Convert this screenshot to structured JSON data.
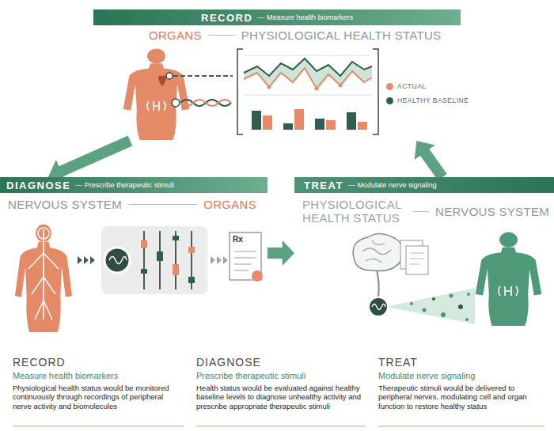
{
  "diagram": {
    "nodes": [
      {
        "text": [
          "RECORD",
          "— Measure health biomarkers",
          "ORGANS",
          "PHYSIOLOGICAL HEALTH STATUS"
        ]
      },
      {
        "text": [
          "DIAGNOSE",
          "— Prescribe therapeutic stimuli",
          "NERVOUS SYSTEM",
          "ORGANS"
        ]
      },
      {
        "text": [
          "TREAT",
          "— Modulate nerve signaling",
          "PHYSIOLOGICAL HEALTH STATUS",
          "NERVOUS SYSTEM"
        ]
      }
    ],
    "edges": [
      {
        "from": 0,
        "to": 1,
        "arrow": "to"
      },
      {
        "from": 1,
        "to": 2,
        "arrow": "to"
      },
      {
        "from": 2,
        "to": 0,
        "arrow": "to"
      }
    ],
    "labels": [
      "Rx",
      "RECORD",
      "Measure health biomarkers",
      "Physiological health status would be monitored continuously through recordings of peripheral nerve activity and biomolecules",
      "DIAGNOSE",
      "Prescribe therapeutic stimuli",
      "Health status would be evaluated against healthy baseline levels to diagnose unhealthy activity and prescribe appropriate therapeutic stimuli",
      "TREAT",
      "Modulate nerve signaling",
      "Therapeutic stimuli would be delivered to peripheral nerves, modulating cell and organ function to restore healthy status"
    ],
    "legend": [
      {
        "text": "ACTUAL",
        "color": "#e8896a"
      },
      {
        "text": "HEALTHY BASELINE",
        "color": "#2f5e4e"
      }
    ]
  }
}
